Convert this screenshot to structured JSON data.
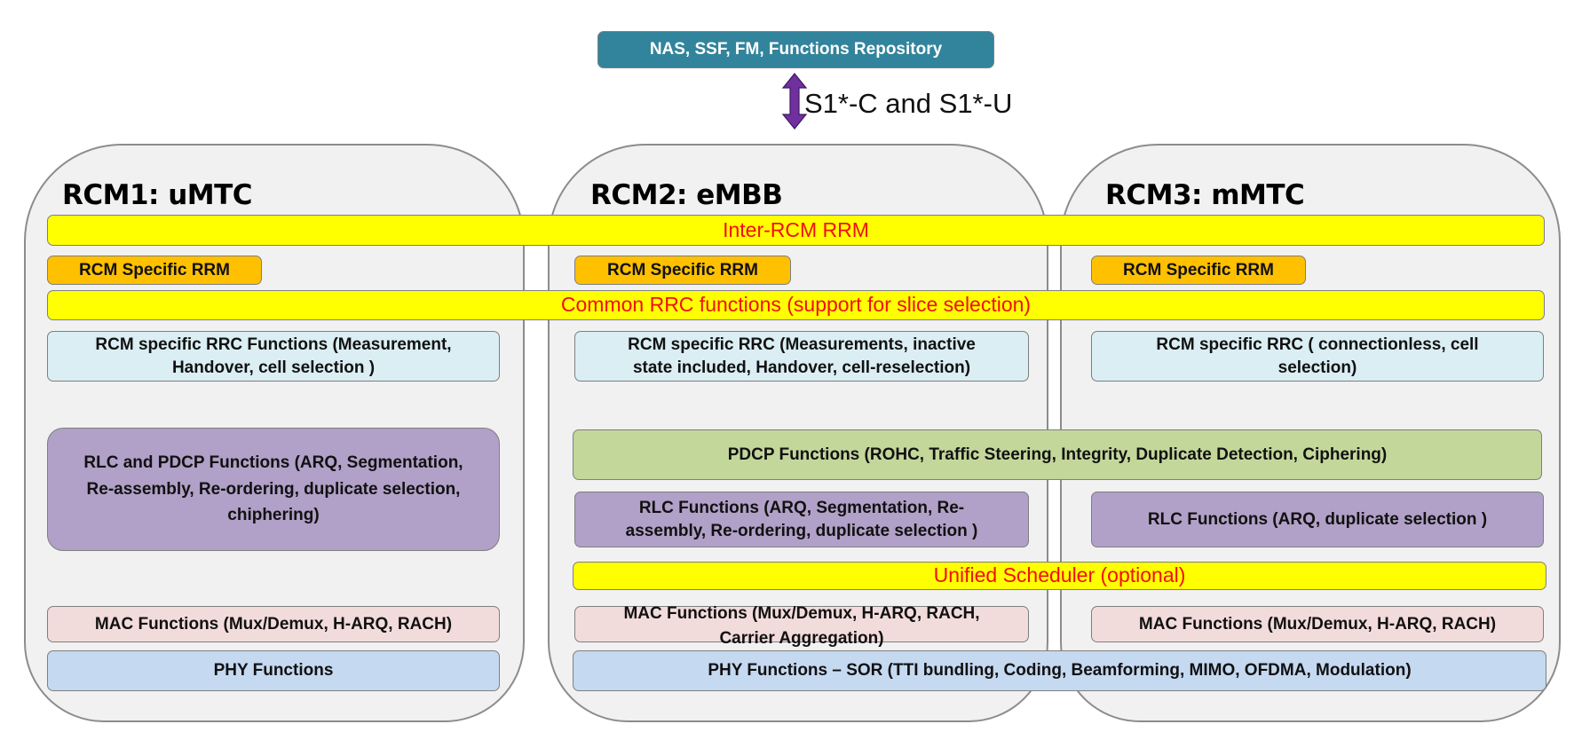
{
  "core": {
    "label": "NAS, SSF, FM, Functions Repository",
    "interface_label": "S1*-C and S1*-U"
  },
  "rcms": [
    {
      "title": "RCM1: uMTC"
    },
    {
      "title": "RCM2: eMBB"
    },
    {
      "title": "RCM3: mMTC"
    }
  ],
  "shared": {
    "inter_rcm_rrm": "Inter-RCM RRM",
    "common_rrc": "Common RRC functions (support for slice selection)",
    "pdcp": "PDCP Functions (ROHC, Traffic Steering, Integrity, Duplicate  Detection, Ciphering)",
    "unified_scheduler": "Unified Scheduler (optional)",
    "phy_sor": "PHY Functions – SOR (TTI bundling,  Coding,  Beamforming,  MIMO, OFDMA, Modulation)"
  },
  "rcm1": {
    "rrm": "RCM Specific  RRM",
    "rrc": "RCM specific  RRC  Functions  (Measurement, Handover, cell selection )",
    "rlc_pdcp": "RLC and  PDCP  Functions (ARQ, Segmentation, Re-assembly,  Re-ordering, duplicate selection,  chiphering)",
    "mac": "MAC Functions (Mux/Demux,  H-ARQ,  RACH)",
    "phy": "PHY Functions"
  },
  "rcm2": {
    "rrm": "RCM Specific  RRM",
    "rrc": "RCM specific  RRC (Measurements, inactive state included,  Handover,  cell-reselection)",
    "rlc": "RLC Functions  (ARQ, Segmentation,  Re-assembly, Re-ordering, duplicate  selection )",
    "mac": "MAC Functions  (Mux/Demux,  H-ARQ,  RACH, Carrier Aggregation)"
  },
  "rcm3": {
    "rrm": "RCM Specific  RRM",
    "rrc": "RCM specific  RRC ( connectionless,  cell selection)",
    "rlc": "RLC Functions  (ARQ, duplicate  selection )",
    "mac": "MAC Functions  (Mux/Demux,  H-ARQ, RACH)"
  },
  "colors": {
    "core": "#31849b",
    "arrow": "#7030a0",
    "shared_bar": "#ffff00",
    "shared_text": "#f01010",
    "rrm": "#ffc000",
    "rrc": "#daeef3",
    "rlc": "#b1a0c7",
    "pdcp": "#c4d79b",
    "mac": "#f2dcdb",
    "phy": "#c5d9f1"
  }
}
